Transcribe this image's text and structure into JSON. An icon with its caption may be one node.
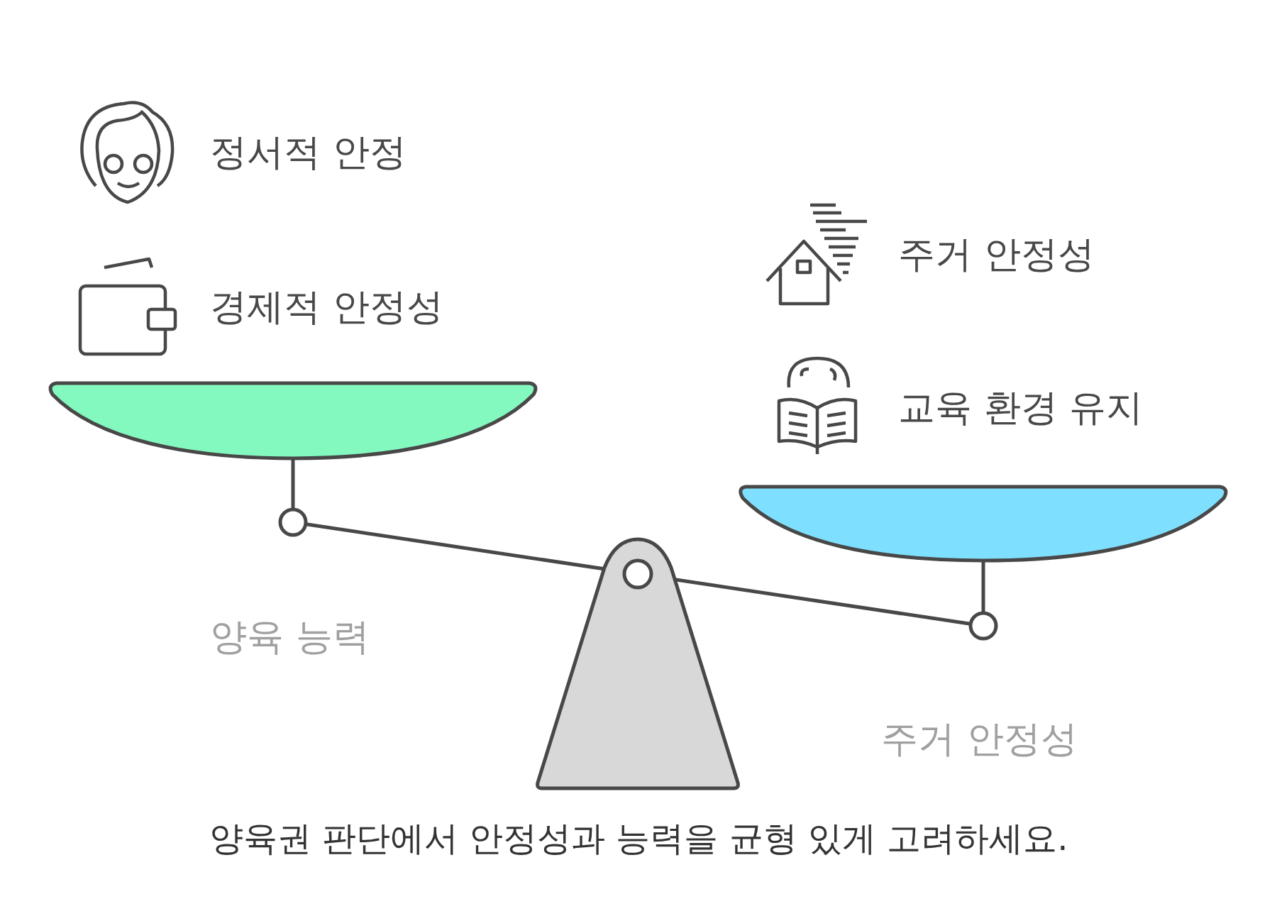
{
  "diagram": {
    "caption": "양육권 판단에서 안정성과 능력을 균형 있게 고려하세요.",
    "labels": [
      "정서적 안정",
      "경제적 안정성",
      "주거 안정성",
      "교육 환경 유지",
      "양육 능력",
      "주거 안정성"
    ]
  }
}
